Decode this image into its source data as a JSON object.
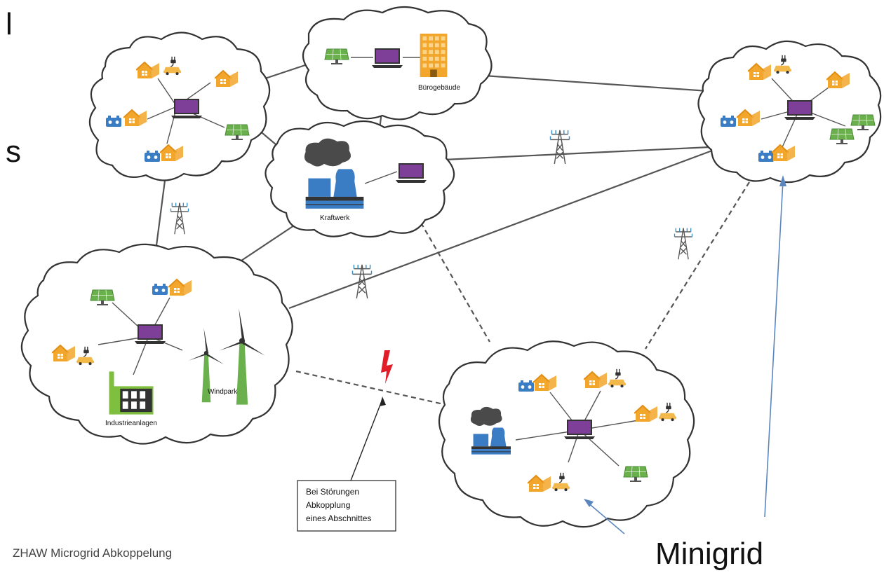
{
  "slide": {
    "edge_fragment_1": "l",
    "edge_fragment_2": "s",
    "caption": "ZHAW Microgrid Abkoppelung",
    "minigrid_label": "Minigrid"
  },
  "diagram": {
    "labels": {
      "office": "Bürogebäude",
      "power_plant": "Kraftwerk",
      "windpark": "Windpark",
      "industry": "Industrieanlagen"
    },
    "note_lines": [
      "Bei Störungen",
      "Abkopplung",
      "eines Abschnittes"
    ]
  },
  "colors": {
    "house": "#f2a62b",
    "controller": "#7d3f98",
    "solar": "#6ab04c",
    "battery": "#3b7dc4",
    "factory": "#7fbf3f",
    "fault": "#e11d2a",
    "annotation_arrow": "#5b86bd"
  },
  "icons": [
    "house-icon",
    "ev-charger-icon",
    "laptop-controller-icon",
    "solar-panel-icon",
    "battery-icon",
    "power-pylon-icon",
    "wind-turbine-icon",
    "factory-icon",
    "office-building-icon",
    "power-plant-icon",
    "lightning-bolt-icon"
  ]
}
